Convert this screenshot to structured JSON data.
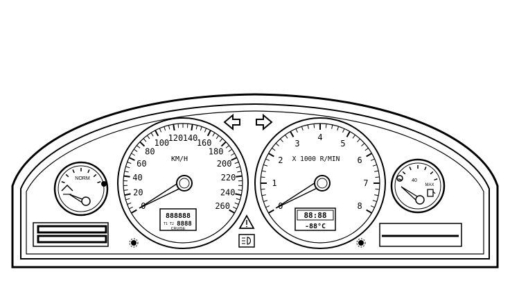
{
  "speedometer": {
    "scale": [
      "0",
      "20",
      "40",
      "60",
      "80",
      "100",
      "120",
      "140",
      "160",
      "180",
      "200",
      "220",
      "240",
      "260"
    ],
    "unit": "KM/H",
    "odometer": "888888",
    "trip": "8888",
    "trip_prefix": "T1 T2",
    "cruise": "CRUISE"
  },
  "tachometer": {
    "scale": [
      "0",
      "1",
      "2",
      "3",
      "4",
      "5",
      "6",
      "7",
      "8"
    ],
    "unit": "X 1000 R/MIN",
    "clock": "88:88",
    "outside_temp": "-88°C"
  },
  "temperature_gauge": {
    "label": "NORM"
  },
  "fuel_gauge": {
    "label_mid": "40",
    "label_max": "MAX"
  },
  "icons": {
    "left_arrow": "turn-left-icon",
    "right_arrow": "turn-right-icon",
    "hazard": "warning-triangle-icon",
    "headlight": "headlight-icon"
  }
}
